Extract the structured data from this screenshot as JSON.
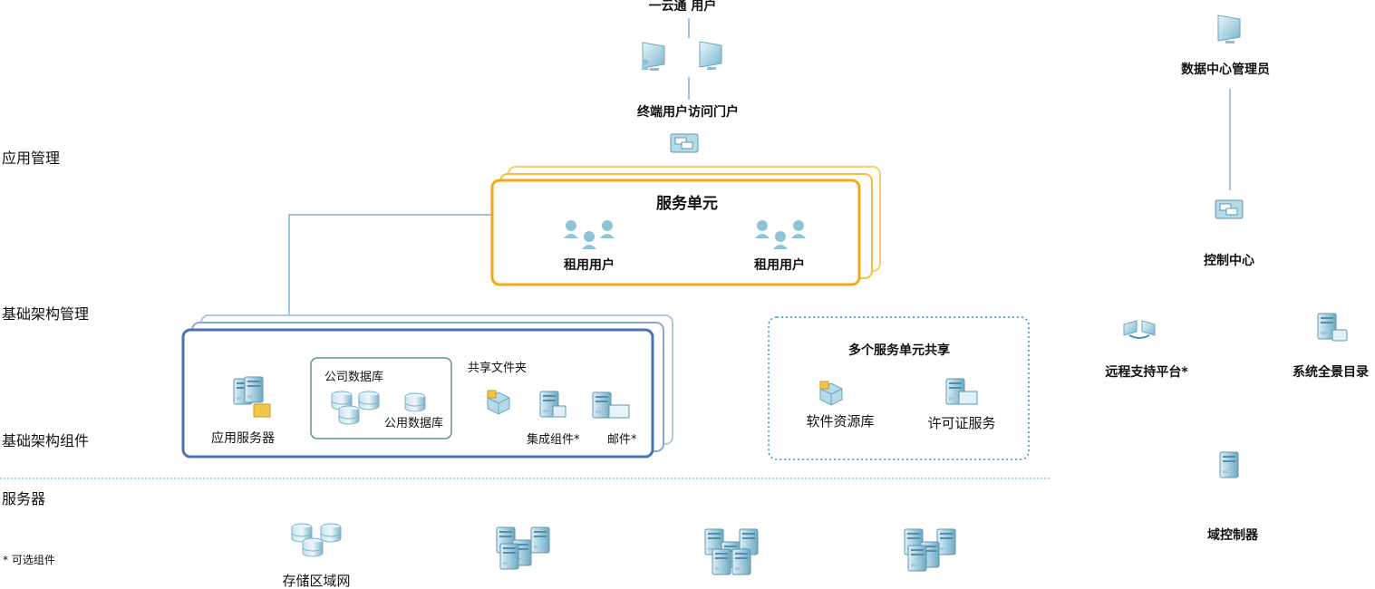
{
  "top": {
    "cloud_users": "一云通 用户",
    "portal": "终端用户访问门户"
  },
  "admin": {
    "title": "数据中心管理员",
    "control_center": "控制中心",
    "remote_support": "远程支持平台*",
    "system_catalog": "系统全景目录",
    "domain_controller": "域控制器"
  },
  "layers": {
    "app_mgmt": "应用管理",
    "infra_mgmt": "基础架构管理",
    "infra_components": "基础架构组件",
    "servers": "服务器",
    "optional_note": "* 可选组件"
  },
  "service_unit": {
    "title": "服务单元",
    "tenant1": "租用用户",
    "tenant2": "租用用户"
  },
  "infra_box": {
    "app_server": "应用服务器",
    "company_db": "公司数据库",
    "public_db": "公用数据库",
    "shared_folder": "共享文件夹",
    "integration": "集成组件*",
    "mail": "邮件*"
  },
  "shared_box": {
    "title": "多个服务单元共享",
    "software_repo": "软件资源库",
    "license_service": "许可证服务"
  },
  "server_row": {
    "san": "存储区域网"
  },
  "colors": {
    "orange": "#f0a818",
    "orange_light": "#f8cf6a",
    "blue": "#4a73b4",
    "blue_light": "#9db4d8",
    "green": "#5a9a80",
    "line": "#3e8fb8",
    "icon": "#7ab7cf",
    "icon_dark": "#4e8fae"
  }
}
